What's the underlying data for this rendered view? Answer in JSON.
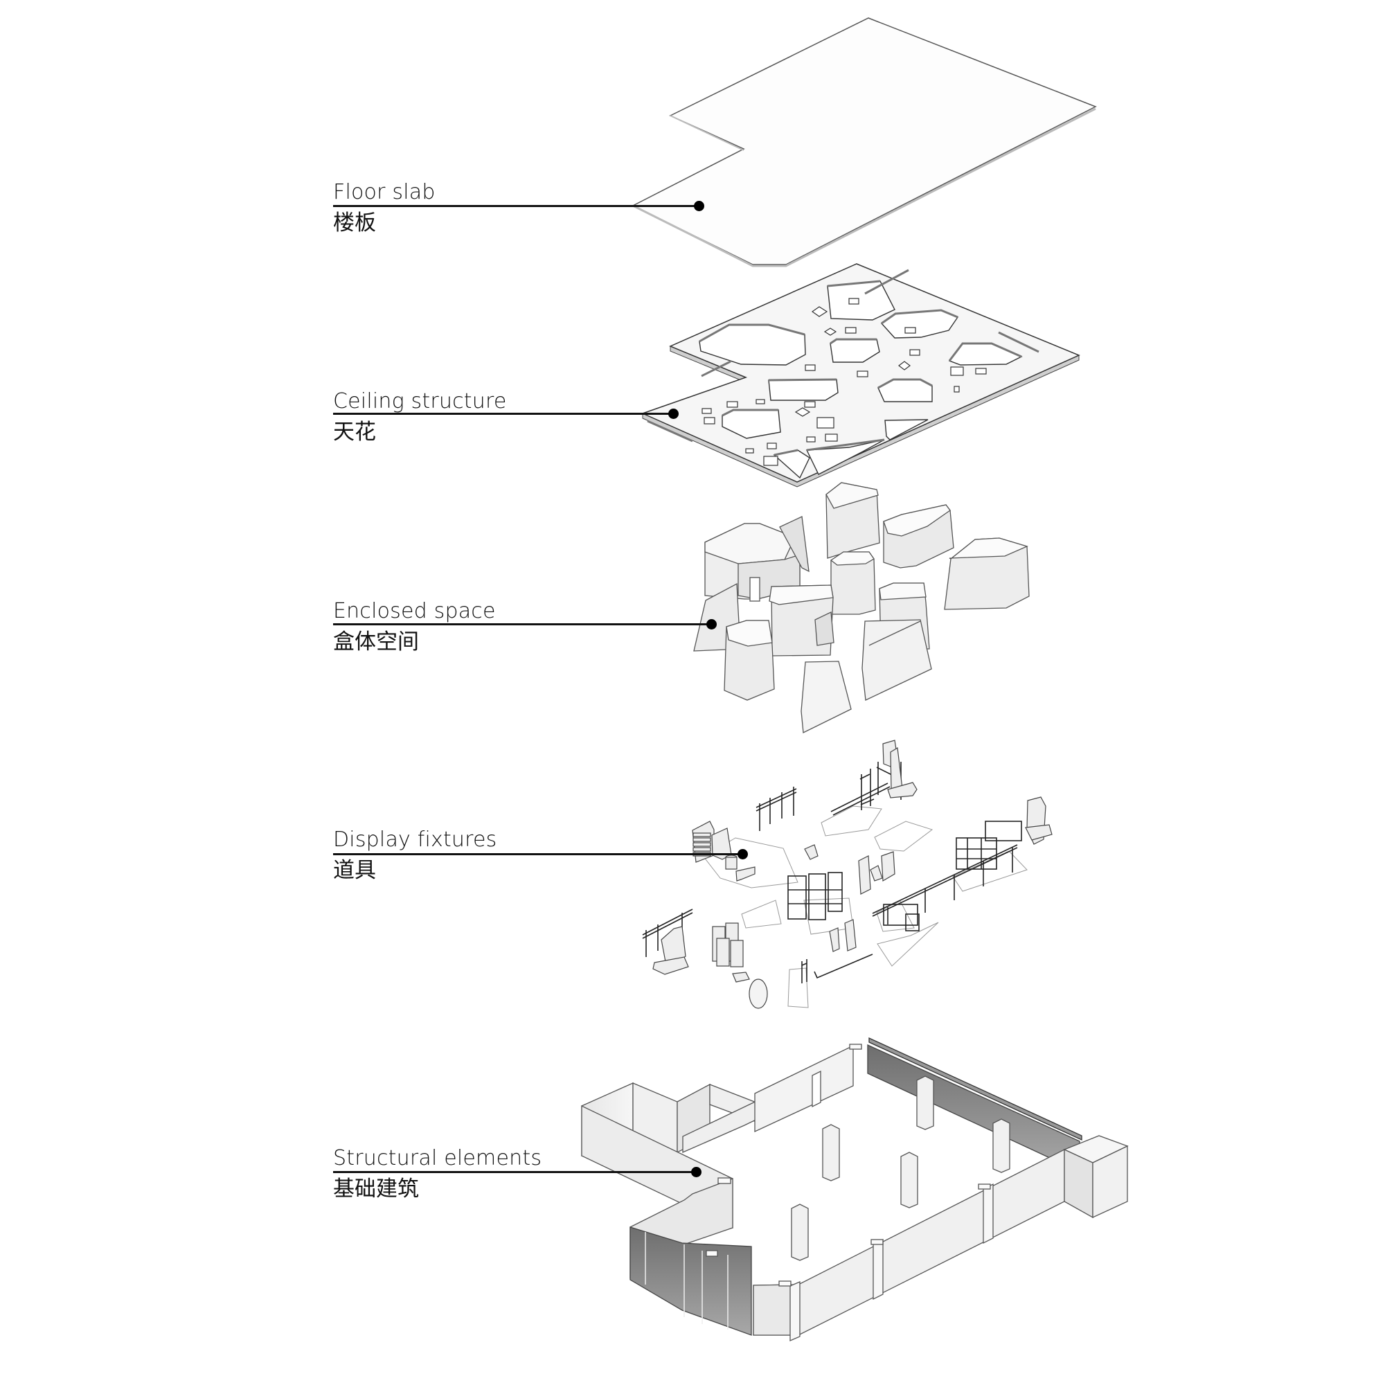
{
  "diagram": {
    "type": "exploded-axonometric",
    "layers": [
      {
        "id": "floor-slab",
        "label_en": "Floor slab",
        "label_zh": "楼板"
      },
      {
        "id": "ceiling-structure",
        "label_en": "Ceiling structure",
        "label_zh": "天花"
      },
      {
        "id": "enclosed-space",
        "label_en": "Enclosed space",
        "label_zh": "盒体空间"
      },
      {
        "id": "display-fixtures",
        "label_en": "Display fixtures",
        "label_zh": "道具"
      },
      {
        "id": "structural-elements",
        "label_en": "Structural elements",
        "label_zh": "基础建筑"
      }
    ]
  },
  "colors": {
    "background": "#ffffff",
    "line": "#111111",
    "surface": "#f7f7f7",
    "shade_light": "#e8e8e8",
    "shade_mid": "#d4d4d4",
    "glass": "#8a8a8a"
  }
}
